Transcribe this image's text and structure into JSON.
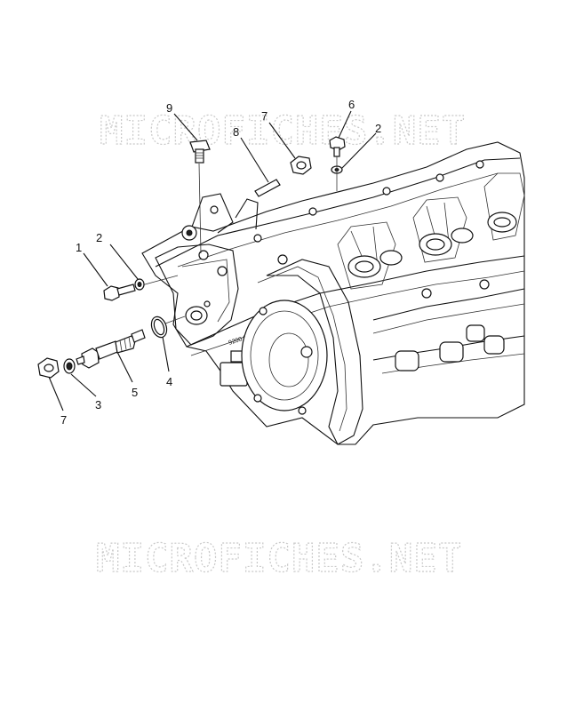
{
  "watermark": {
    "text": "MICROFICHES.NET"
  },
  "callouts": [
    {
      "id": "callout-9",
      "label": "9"
    },
    {
      "id": "callout-8",
      "label": "8"
    },
    {
      "id": "callout-7-top",
      "label": "7"
    },
    {
      "id": "callout-6",
      "label": "6"
    },
    {
      "id": "callout-2-top",
      "label": "2"
    },
    {
      "id": "callout-1",
      "label": "1"
    },
    {
      "id": "callout-2-left",
      "label": "2"
    },
    {
      "id": "callout-4",
      "label": "4"
    },
    {
      "id": "callout-5",
      "label": "5"
    },
    {
      "id": "callout-3",
      "label": "3"
    },
    {
      "id": "callout-7-bottom",
      "label": "7"
    }
  ],
  "engine_marking": "9200.87"
}
